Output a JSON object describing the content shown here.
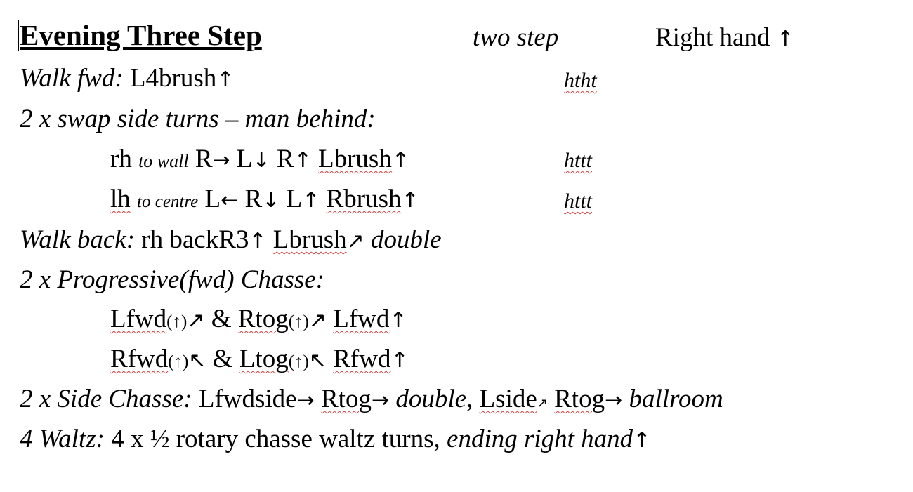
{
  "title": "Evening Three Step",
  "header_two_step": "two step",
  "header_right_hand": "Right hand",
  "arrows": {
    "up": "↑",
    "down": "↓",
    "right": "→",
    "left": "←",
    "upright": "↗",
    "upleft": "↖",
    "small_upright": "↗",
    "paren_up": "(↑)"
  },
  "l1": {
    "label": "Walk fwd:",
    "text": "L4brush",
    "note": "htht"
  },
  "l2": {
    "label": "2 x swap side turns – man behind:"
  },
  "l3": {
    "rh": "rh",
    "dir": "to wall",
    "R1": "R",
    "L1": "L",
    "R2": "R",
    "brush": "Lbrush",
    "note": "httt"
  },
  "l4": {
    "lh": "lh",
    "dir": "to centre",
    "L1": "L",
    "R1": "R",
    "L2": "L",
    "brush": "Rbrush",
    "note": "httt"
  },
  "l5": {
    "label": "Walk back:",
    "text": "rh backR3",
    "brush": "Lbrush",
    "suffix": "double"
  },
  "l6": {
    "label": "2 x Progressive(fwd) Chasse:"
  },
  "l7": {
    "a": "Lfwd",
    "amp": "&",
    "b": "Rtog",
    "c": "Lfwd"
  },
  "l8": {
    "a": "Rfwd",
    "amp": "&",
    "b": "Ltog",
    "c": "Rfwd"
  },
  "l9": {
    "label": "2 x Side Chasse:",
    "a": "Lfwdside",
    "b": "Rtog",
    "double": "double",
    "comma": ",",
    "c": "Lside",
    "d": "Rtog",
    "ballroom": "ballroom"
  },
  "l10": {
    "label": "4 Waltz:",
    "text": "4 x ½ rotary chasse waltz turns,",
    "ending": "ending right hand"
  }
}
